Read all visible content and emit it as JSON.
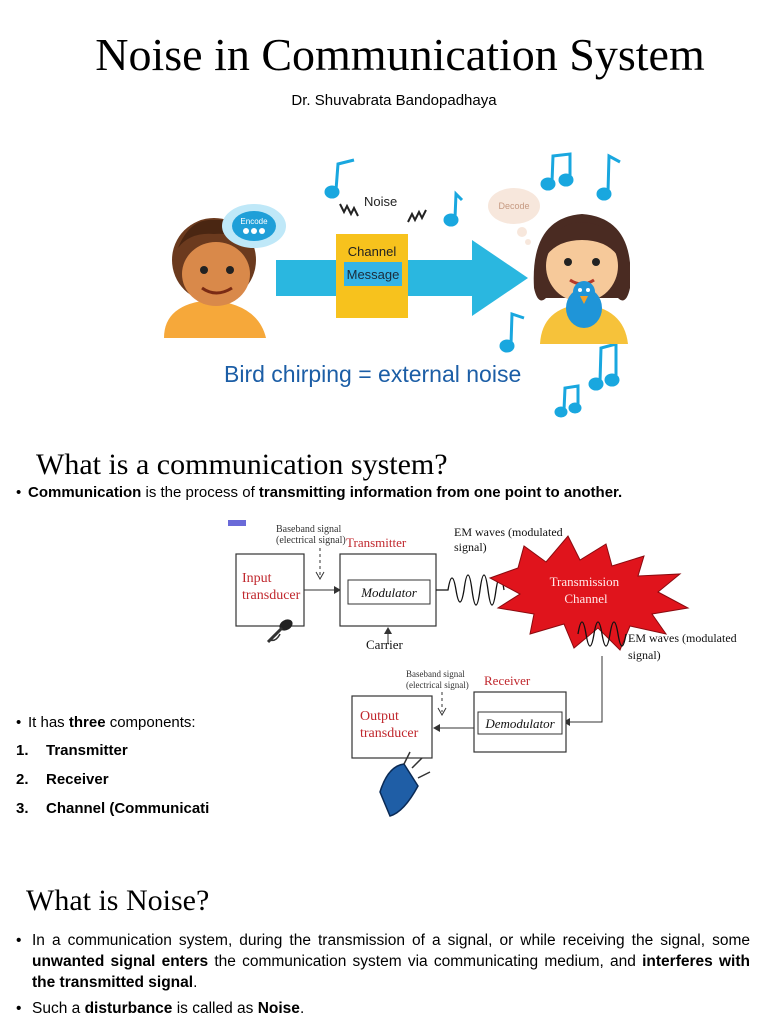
{
  "header": {
    "title": "Noise in Communication System",
    "author": "Dr. Shuvabrata Bandopadhaya"
  },
  "illustration": {
    "encode": "Encode",
    "decode": "Decode",
    "noise": "Noise",
    "channel": "Channel",
    "message": "Message",
    "caption": "Bird chirping = external noise",
    "colors": {
      "arrow": "#2ab7e0",
      "channel_box": "#f7c21d",
      "message_box": "#35b4e6",
      "caption": "#1c5ea6"
    }
  },
  "section_communication": {
    "heading": "What is a communication system?",
    "definition": {
      "prefix_bold": "Communication",
      "middle": " is the process of ",
      "suffix_bold": "transmitting information from one point to another."
    }
  },
  "block_diagram": {
    "baseband_label_top": [
      "Baseband signal",
      "(electrical signal)"
    ],
    "transmitter": "Transmitter",
    "em_waves_top": [
      "EM waves (modulated",
      "signal)"
    ],
    "input_transducer": [
      "Input",
      "transducer"
    ],
    "modulator": "Modulator",
    "transmission_channel": [
      "Transmission",
      "Channel"
    ],
    "carrier": "Carrier",
    "em_waves_right": [
      "EM waves (modulated",
      "signal)"
    ],
    "baseband_label_bottom": [
      "Baseband signal",
      "(electrical signal)"
    ],
    "receiver": "Receiver",
    "output_transducer": [
      "Output",
      "transducer"
    ],
    "demodulator": "Demodulator",
    "colors": {
      "label_red": "#c0272d",
      "burst": "#e0141c",
      "burst_text": "#ffe9e9"
    }
  },
  "components": {
    "lead_prefix": "It has ",
    "lead_bold": "three",
    "lead_suffix": " components:",
    "items": [
      {
        "num": "1.",
        "label": "Transmitter"
      },
      {
        "num": "2.",
        "label": "Receiver"
      },
      {
        "num": "3.",
        "label": "Channel (Communicati"
      }
    ]
  },
  "section_noise": {
    "heading": "What is Noise?",
    "p1": {
      "a": "In a communication system, during the transmission of a signal, or while receiving the signal, some ",
      "b_bold": "unwanted signal enters",
      "c": "  the communication system via communicating medium, and ",
      "d_bold": "interferes with the transmitted signal",
      "e": "."
    },
    "p2": {
      "a": "Such a ",
      "b_bold": "disturbance",
      "c": " is called as ",
      "d_bold": "Noise",
      "e": "."
    }
  }
}
